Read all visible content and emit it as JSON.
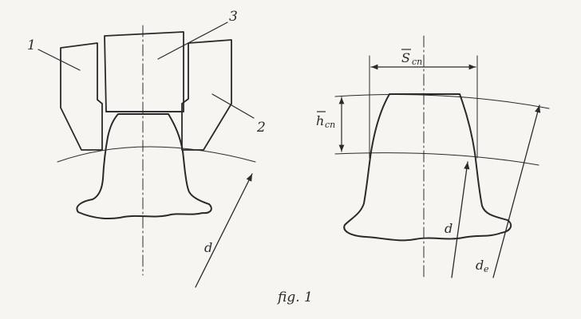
{
  "figure": {
    "caption": "fig. 1",
    "left": {
      "part_labels": [
        "1",
        "2",
        "3"
      ],
      "radius_label": "d"
    },
    "right": {
      "s_symbol": "S",
      "s_subscript": "cn",
      "h_symbol": "h",
      "h_subscript": "cn",
      "d_label": "d",
      "de_symbol": "d",
      "de_subscript": "e"
    }
  },
  "colors": {
    "paper": "#f6f5f1",
    "ink": "#2a2a2a"
  }
}
